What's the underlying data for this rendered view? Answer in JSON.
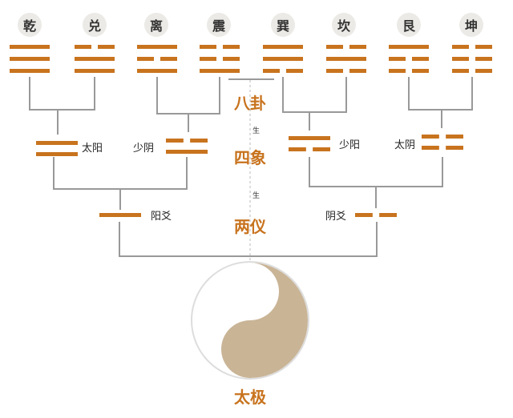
{
  "colors": {
    "line": "#c8731e",
    "connector": "#999999",
    "yang_dark": "#c9b496",
    "yin_light": "#ffffff",
    "title": "#c8731e"
  },
  "trigrams": [
    {
      "name": "乾",
      "lines": [
        1,
        1,
        1
      ]
    },
    {
      "name": "兑",
      "lines": [
        0,
        1,
        1
      ]
    },
    {
      "name": "离",
      "lines": [
        1,
        0,
        1
      ]
    },
    {
      "name": "震",
      "lines": [
        0,
        0,
        1
      ]
    },
    {
      "name": "巽",
      "lines": [
        1,
        1,
        0
      ]
    },
    {
      "name": "坎",
      "lines": [
        0,
        1,
        0
      ]
    },
    {
      "name": "艮",
      "lines": [
        1,
        0,
        0
      ]
    },
    {
      "name": "坤",
      "lines": [
        0,
        0,
        0
      ]
    }
  ],
  "four_images": [
    {
      "name": "太阳",
      "lines": [
        1,
        1
      ]
    },
    {
      "name": "少阴",
      "lines": [
        0,
        1
      ]
    },
    {
      "name": "少阳",
      "lines": [
        1,
        0
      ]
    },
    {
      "name": "太阴",
      "lines": [
        0,
        0
      ]
    }
  ],
  "two_forms": [
    {
      "name": "阳爻",
      "lines": [
        1
      ]
    },
    {
      "name": "阴爻",
      "lines": [
        0
      ]
    }
  ],
  "levels": {
    "bagua": "八卦",
    "sixiang": "四象",
    "liangyi": "两仪",
    "taiji": "太极"
  },
  "sheng": "生"
}
